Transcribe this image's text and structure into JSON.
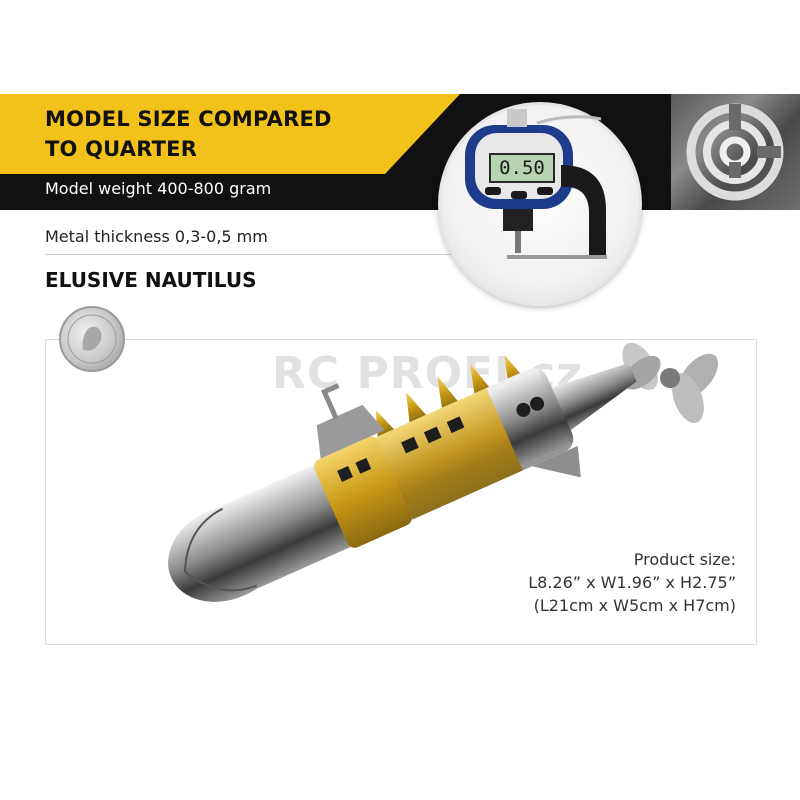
{
  "header": {
    "title_line1": "MODEL SIZE COMPARED",
    "title_line2": "TO QUARTER",
    "weight": "Model weight 400-800 gram"
  },
  "specs": {
    "thickness": "Metal thickness 0,3-0,5 mm"
  },
  "product": {
    "name": "ELUSIVE NAUTILUS"
  },
  "gauge": {
    "readout": "0.50"
  },
  "watermark": {
    "text": "RC PROFI.cz"
  },
  "size": {
    "label": "Product size:",
    "imperial": "L8.26” x W1.96” x H2.75”",
    "metric": "(L21cm x W5cm x H7cm)"
  },
  "colors": {
    "accent_yellow": "#f2c21b",
    "band_black": "#111111",
    "gold_part": "#d9ab1f",
    "steel_part": "#a8a8a8"
  },
  "icons": {
    "brand_logo": "maze-circle-logo",
    "gauge": "caliper-gauge",
    "coin": "quarter-coin"
  }
}
